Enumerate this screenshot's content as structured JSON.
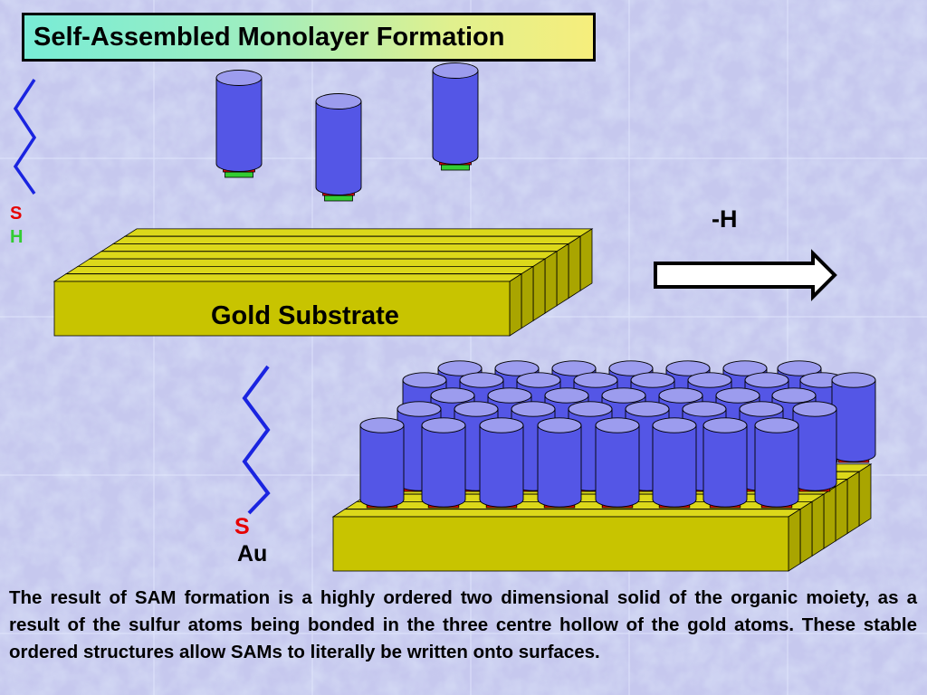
{
  "title": "Self-Assembled Monolayer Formation",
  "labels": {
    "s_top": "S",
    "h_top": "H",
    "substrate": "Gold Substrate",
    "minus_h": "-H",
    "s_bottom": "S",
    "au": "Au"
  },
  "caption": "The result of SAM formation is a highly ordered two dimensional solid of the organic moiety, as a result of the sulfur atoms being bonded in the three centre hollow of the gold atoms.  These stable ordered structures allow SAMs to literally be written onto surfaces.",
  "colors": {
    "gold": "#c8c400",
    "gold_side": "#a9a500",
    "molecule_blue": "#5456e6",
    "molecule_top": "#9c9cee",
    "sulfur_red": "#e60000",
    "hydrogen_green": "#33cc33",
    "chain_blue": "#1a24e0"
  }
}
